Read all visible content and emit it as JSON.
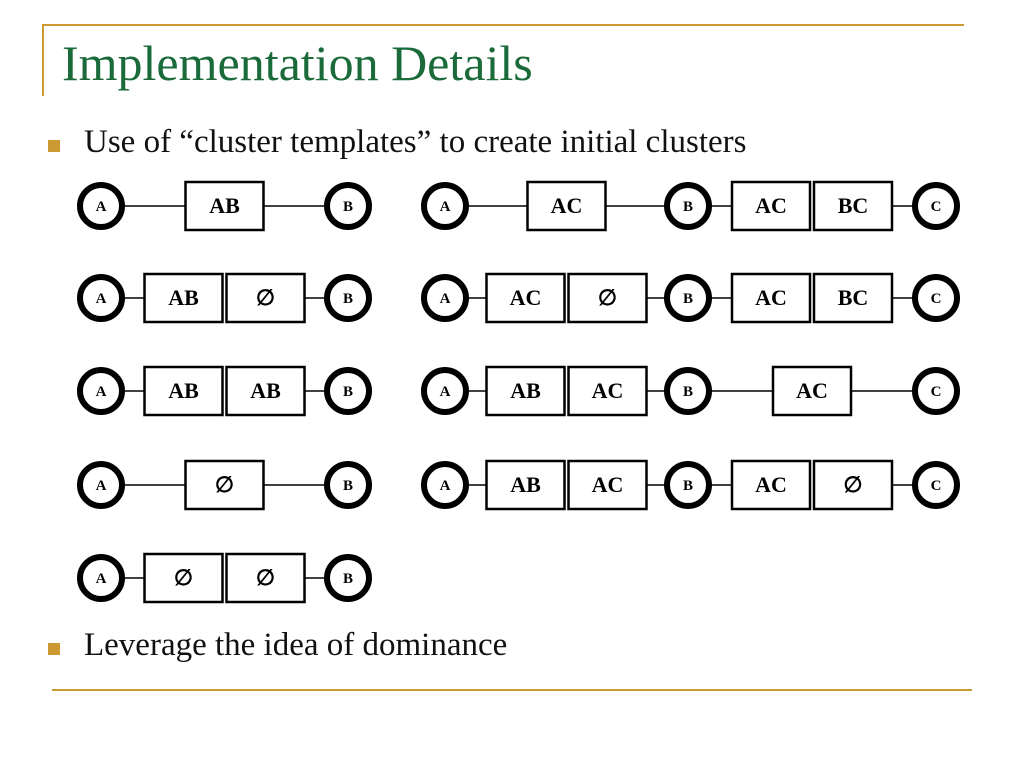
{
  "slide": {
    "title": "Implementation Details",
    "bullets": [
      "Use of “cluster templates” to create initial clusters",
      "Leverage the idea of dominance"
    ]
  },
  "templates": {
    "left": [
      {
        "start": "A",
        "boxes": [
          "AB"
        ],
        "end": "B"
      },
      {
        "start": "A",
        "boxes": [
          "AB",
          "∅"
        ],
        "end": "B"
      },
      {
        "start": "A",
        "boxes": [
          "AB",
          "AB"
        ],
        "end": "B"
      },
      {
        "start": "A",
        "boxes": [
          "∅"
        ],
        "end": "B"
      },
      {
        "start": "A",
        "boxes": [
          "∅",
          "∅"
        ],
        "end": "B"
      }
    ],
    "right": [
      {
        "nodes": [
          "A",
          "B",
          "C"
        ],
        "segments": [
          [
            "AC"
          ],
          [
            "AC",
            "BC"
          ]
        ]
      },
      {
        "nodes": [
          "A",
          "B",
          "C"
        ],
        "segments": [
          [
            "AC",
            "∅"
          ],
          [
            "AC",
            "BC"
          ]
        ]
      },
      {
        "nodes": [
          "A",
          "B",
          "C"
        ],
        "segments": [
          [
            "AB",
            "AC"
          ],
          [
            "AC"
          ]
        ]
      },
      {
        "nodes": [
          "A",
          "B",
          "C"
        ],
        "segments": [
          [
            "AB",
            "AC"
          ],
          [
            "AC",
            "∅"
          ]
        ]
      }
    ]
  }
}
